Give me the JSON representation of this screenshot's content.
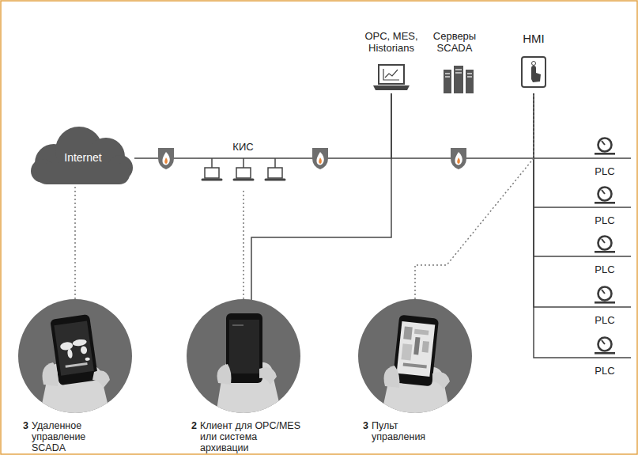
{
  "diagram": {
    "nodes": [
      {
        "text": [
          "Internet"
        ]
      },
      {
        "text": [
          "КИС"
        ]
      },
      {
        "text": [
          "OPC, MES, Historians"
        ]
      },
      {
        "text": [
          "Серверы SCADA"
        ]
      },
      {
        "text": [
          "HMI"
        ]
      },
      {
        "text": [
          "PLC"
        ]
      },
      {
        "text": [
          "PLC"
        ]
      },
      {
        "text": [
          "PLC"
        ]
      },
      {
        "text": [
          "PLC"
        ]
      },
      {
        "text": [
          "PLC"
        ]
      },
      {
        "text": [
          "3",
          "Удаленное управление SCADA"
        ]
      },
      {
        "text": [
          "2",
          "Клиент для OPC/MES или система архивации"
        ]
      },
      {
        "text": [
          "3",
          "Пульт управления"
        ]
      }
    ],
    "edges": [
      {
        "from": 0,
        "to": 1,
        "arrow": "none"
      },
      {
        "from": 1,
        "to": 2,
        "arrow": "none"
      },
      {
        "from": 2,
        "to": 4,
        "arrow": "none"
      },
      {
        "from": 4,
        "to": 5,
        "arrow": "none"
      },
      {
        "from": 4,
        "to": 6,
        "arrow": "none"
      },
      {
        "from": 4,
        "to": 7,
        "arrow": "none"
      },
      {
        "from": 4,
        "to": 8,
        "arrow": "none"
      },
      {
        "from": 4,
        "to": 9,
        "arrow": "none"
      },
      {
        "from": 10,
        "to": 0,
        "arrow": "none"
      },
      {
        "from": 11,
        "to": 1,
        "arrow": "none"
      },
      {
        "from": 11,
        "to": 2,
        "arrow": "none"
      },
      {
        "from": 12,
        "to": 4,
        "arrow": "none"
      }
    ]
  }
}
